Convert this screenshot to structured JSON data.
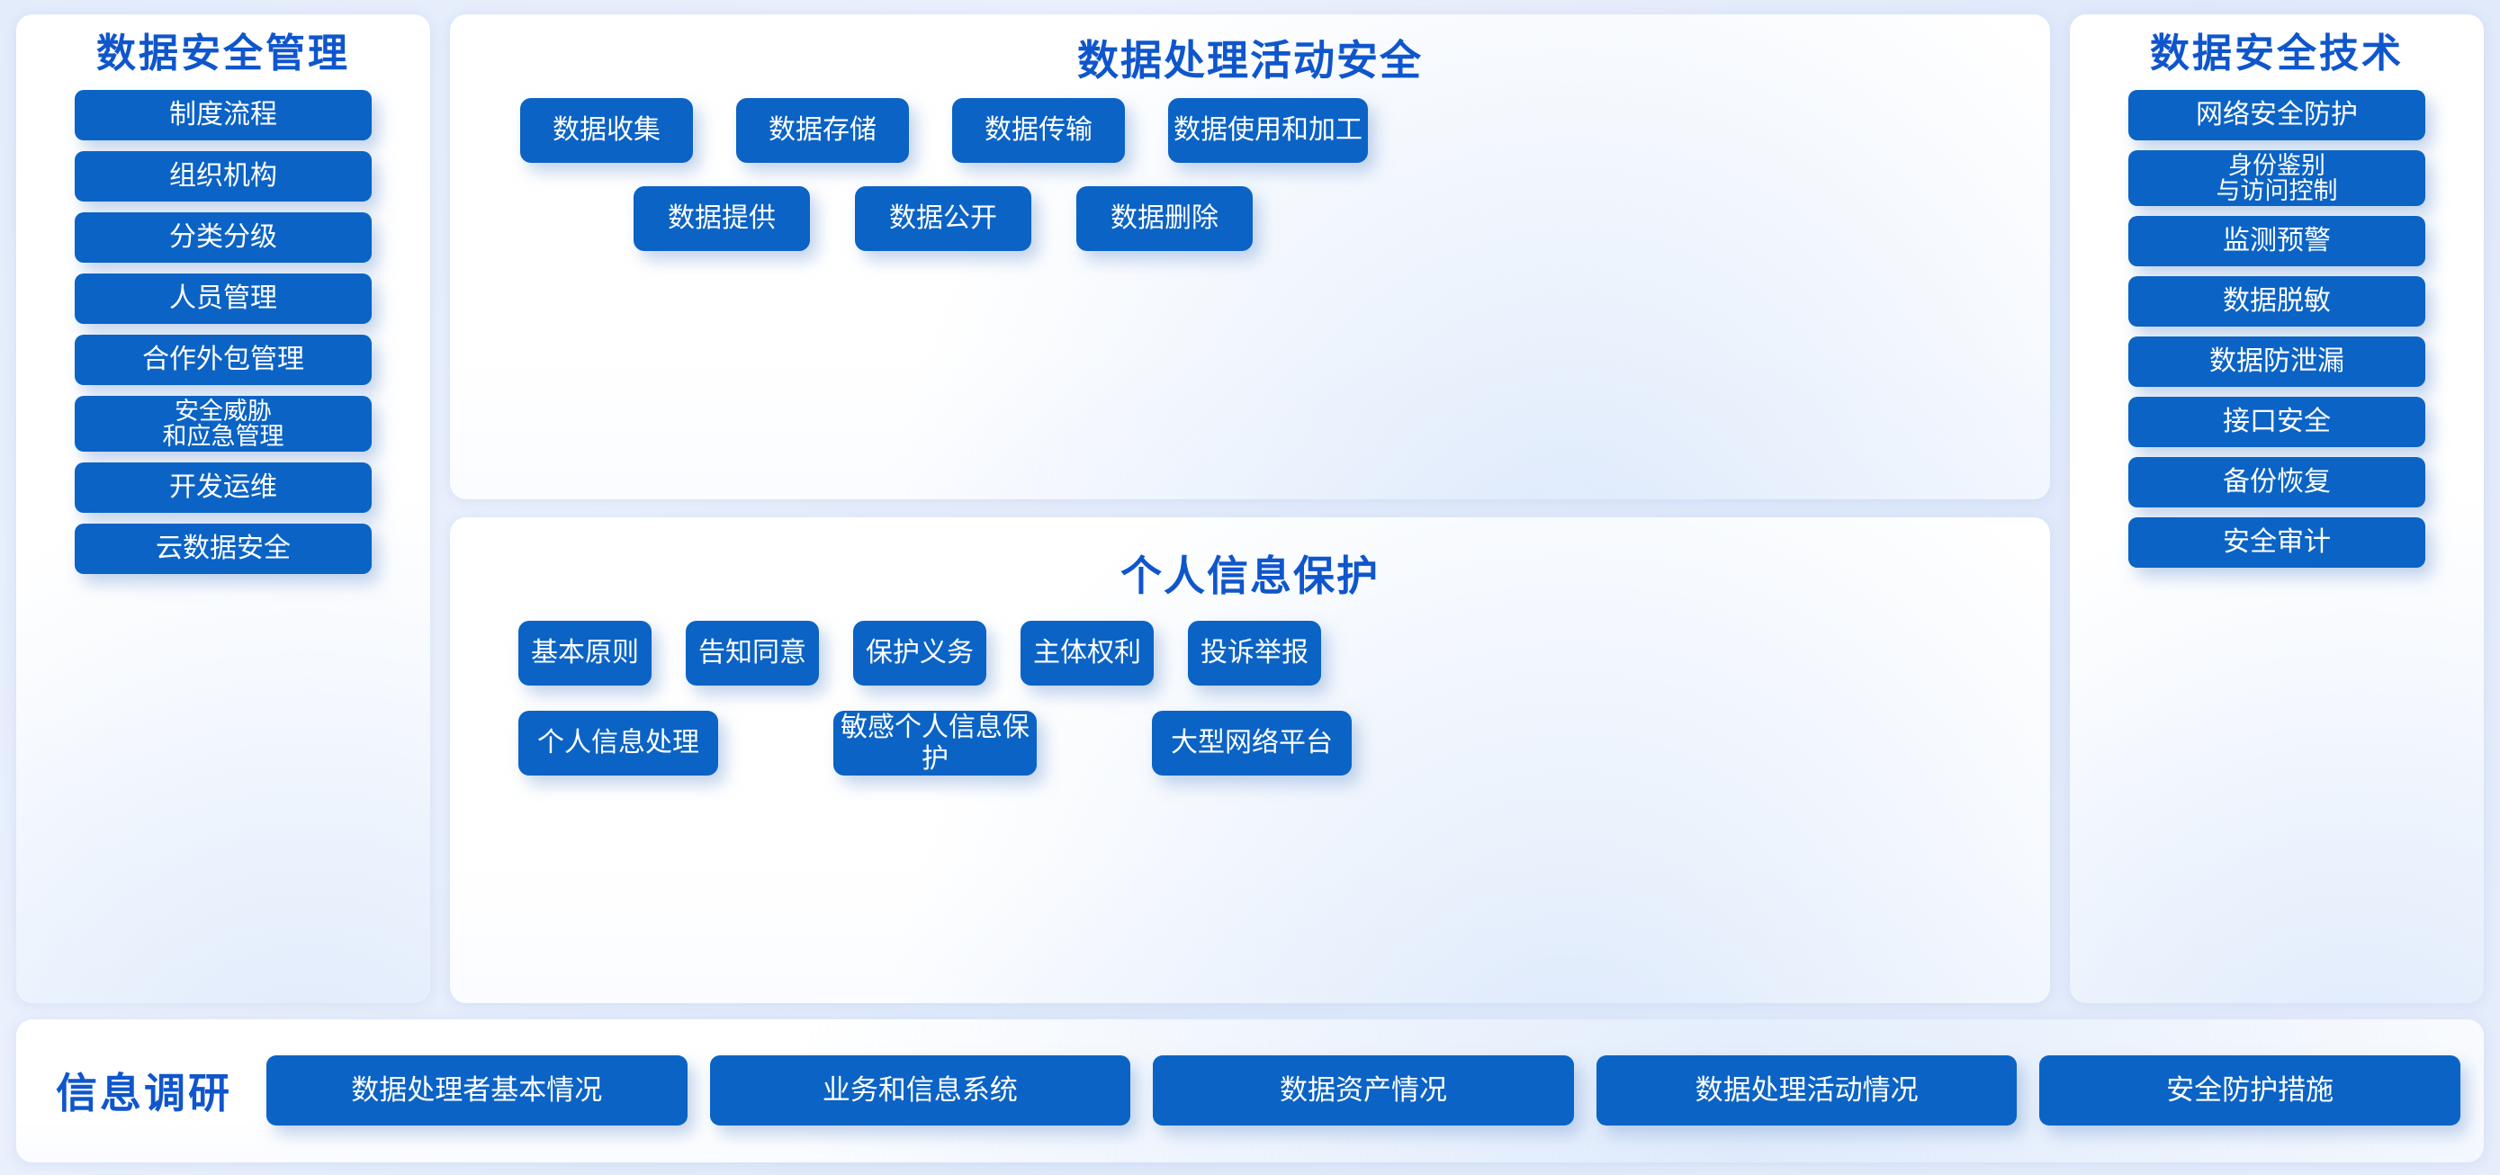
{
  "colors": {
    "chip_blue": "#0b63c5",
    "title_blue": "#0f56cc",
    "card_white": "#ffffff",
    "page_background": "#e6edfb"
  },
  "left_panel": {
    "title": "数据安全管理",
    "items": [
      {
        "label": "制度流程",
        "multiline": false
      },
      {
        "label": "组织机构",
        "multiline": false
      },
      {
        "label": "分类分级",
        "multiline": false
      },
      {
        "label": "人员管理",
        "multiline": false
      },
      {
        "label": "合作外包管理",
        "multiline": false
      },
      {
        "label": "安全威胁\n和应急管理",
        "multiline": true
      },
      {
        "label": "开发运维",
        "multiline": false
      },
      {
        "label": "云数据安全",
        "multiline": false
      }
    ]
  },
  "center": {
    "panels": [
      {
        "title": "数据处理活动安全",
        "row1": [
          "数据收集",
          "数据存储",
          "数据传输",
          "数据使用和加工"
        ],
        "row2": [
          "数据提供",
          "数据公开",
          "数据删除"
        ]
      },
      {
        "title": "个人信息保护",
        "row1": [
          "基本原则",
          "告知同意",
          "保护义务",
          "主体权利",
          "投诉举报"
        ],
        "row2": [
          "个人信息处理",
          "敏感个人信息保护",
          "大型网络平台"
        ]
      }
    ]
  },
  "right_panel": {
    "title": "数据安全技术",
    "items": [
      {
        "label": "网络安全防护",
        "multiline": false
      },
      {
        "label": "身份鉴别\n与访问控制",
        "multiline": true
      },
      {
        "label": "监测预警",
        "multiline": false
      },
      {
        "label": "数据脱敏",
        "multiline": false
      },
      {
        "label": "数据防泄漏",
        "multiline": false
      },
      {
        "label": "接口安全",
        "multiline": false
      },
      {
        "label": "备份恢复",
        "multiline": false
      },
      {
        "label": "安全审计",
        "multiline": false
      }
    ]
  },
  "bottom_bar": {
    "label": "信息调研",
    "items": [
      "数据处理者基本情况",
      "业务和信息系统",
      "数据资产情况",
      "数据处理活动情况",
      "安全防护措施"
    ]
  }
}
